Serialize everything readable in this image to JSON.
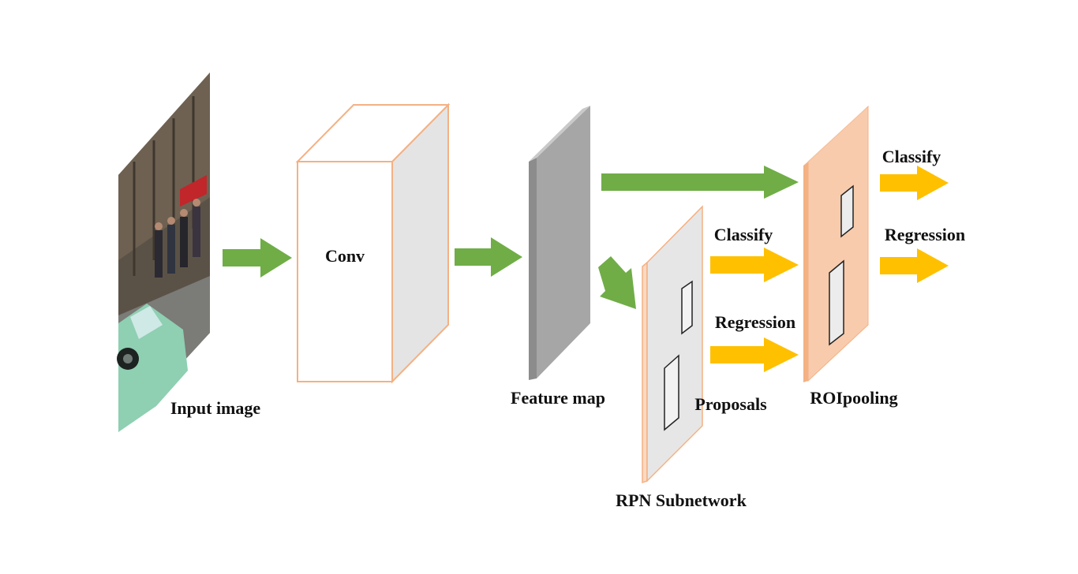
{
  "labels": {
    "input_image": "Input image",
    "conv": "Conv",
    "feature_map": "Feature map",
    "rpn_subnetwork": "RPN Subnetwork",
    "proposals": "Proposals",
    "rpn_classify": "Classify",
    "rpn_regression": "Regression",
    "roi_pooling": "ROIpooling",
    "out_classify": "Classify",
    "out_regression": "Regression"
  },
  "colors": {
    "flow_arrow": "#70ad47",
    "head_arrow": "#ffc000",
    "conv_edge": "#f4b183",
    "feature_map": "#a6a6a6",
    "rpn_panel": "#e7e6e6",
    "roi_panel": "#f8cbad"
  }
}
